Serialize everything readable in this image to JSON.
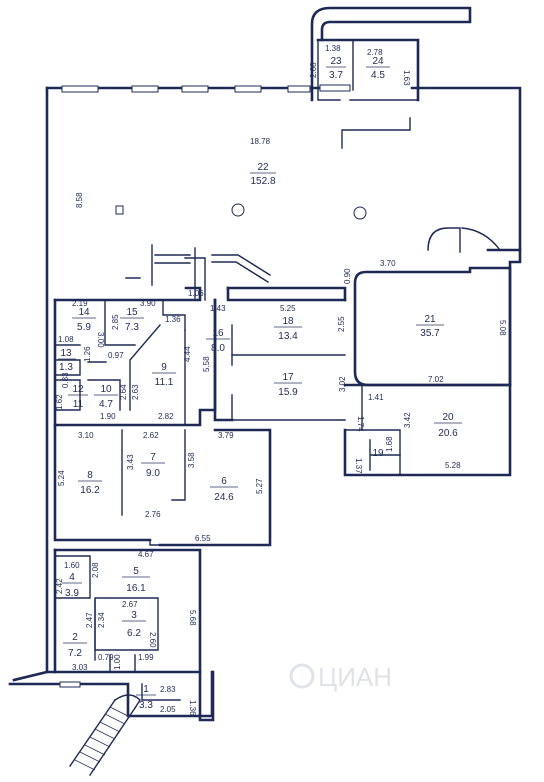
{
  "plan": {
    "rooms": [
      {
        "id": "22",
        "number": "22",
        "area": "152.8"
      },
      {
        "id": "23",
        "number": "23",
        "area": "3.7"
      },
      {
        "id": "24",
        "number": "24",
        "area": "4.5"
      },
      {
        "id": "21",
        "number": "21",
        "area": "35.7"
      },
      {
        "id": "20",
        "number": "20",
        "area": "20.6"
      },
      {
        "id": "19",
        "number": "19",
        "area": ""
      },
      {
        "id": "18",
        "number": "18",
        "area": "13.4"
      },
      {
        "id": "17",
        "number": "17",
        "area": "15.9"
      },
      {
        "id": "16",
        "number": "16",
        "area": "8.0"
      },
      {
        "id": "15",
        "number": "15",
        "area": "7.3"
      },
      {
        "id": "14",
        "number": "14",
        "area": "5.9"
      },
      {
        "id": "13",
        "number": "13",
        "area": "1.3"
      },
      {
        "id": "12",
        "number": "12",
        "area": "11"
      },
      {
        "id": "11",
        "number": "",
        "area": ""
      },
      {
        "id": "10",
        "number": "10",
        "area": "4.7"
      },
      {
        "id": "9",
        "number": "9",
        "area": "11.1"
      },
      {
        "id": "8",
        "number": "8",
        "area": "16.2"
      },
      {
        "id": "7",
        "number": "7",
        "area": "9.0"
      },
      {
        "id": "6",
        "number": "6",
        "area": "24.6"
      },
      {
        "id": "5",
        "number": "5",
        "area": "16.1"
      },
      {
        "id": "4",
        "number": "4",
        "area": "3.9"
      },
      {
        "id": "3",
        "number": "3",
        "area": "6.2"
      },
      {
        "id": "2",
        "number": "2",
        "area": "7.2"
      },
      {
        "id": "1",
        "number": "1",
        "area": "3.3"
      }
    ],
    "dimensions": [
      "1.38",
      "2.78",
      "2.68",
      "1.63",
      "18.78",
      "8.58",
      "3.70",
      "0.90",
      "5.25",
      "1.43",
      "2.55",
      "5.08",
      "1.06",
      "2.19",
      "3.90",
      "1.36",
      "3.00",
      "2.85",
      "1.08",
      "1.26",
      "0.97",
      "4.44",
      "5.58",
      "0.83",
      "2.64",
      "2.63",
      "1.62",
      "1.90",
      "2.82",
      "3.02",
      "7.02",
      "1.41",
      "1.74",
      "3.42",
      "5.28",
      "1.37",
      "1.68",
      "3.10",
      "2.62",
      "3.79",
      "5.24",
      "3.43",
      "3.58",
      "5.27",
      "2.76",
      "6.55",
      "4.67",
      "1.60",
      "2.08",
      "2.42",
      "5.68",
      "2.67",
      "2.34",
      "2.47",
      "2.60",
      "0.79",
      "1.99",
      "1.00",
      "3.03",
      "2.83",
      "1.36",
      "2.05"
    ],
    "watermark": "ЦИАН"
  }
}
